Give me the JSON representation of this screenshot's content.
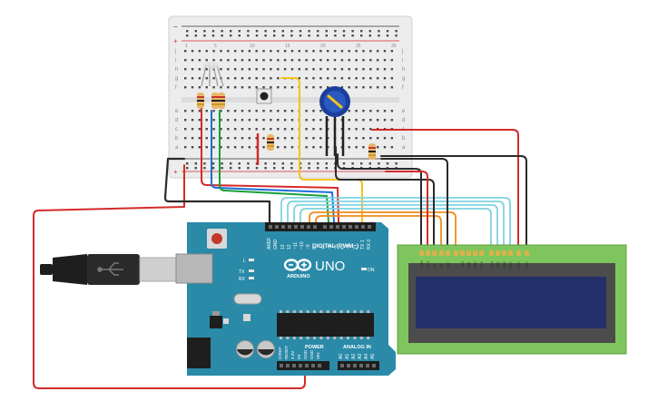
{
  "breadboard": {
    "rows_top": [
      "j",
      "i",
      "h",
      "g",
      "f"
    ],
    "rows_bottom": [
      "e",
      "d",
      "c",
      "b",
      "a"
    ],
    "col_numbers": [
      "1",
      "5",
      "10",
      "15",
      "20",
      "25",
      "30"
    ],
    "rail_plus": "+",
    "rail_minus": "−"
  },
  "arduino": {
    "model": "UNO",
    "brand": "ARDUINO",
    "digital_label": "DIGITAL (PWM~)",
    "power_label": "POWER",
    "analog_label": "ANALOG IN",
    "on_label": "ON",
    "l_label": "L",
    "tx_label": "TX",
    "rx_label": "RX",
    "aref_label": "AREF",
    "gnd_label": "GND",
    "digital_pins": [
      "13",
      "12",
      "~11",
      "~10",
      "~9",
      "8",
      "7",
      "~6",
      "~5",
      "4",
      "~3",
      "2",
      "TX 1",
      "RX 0"
    ],
    "power_pins": [
      "IOREF",
      "RESET",
      "3.3V",
      "5V",
      "GND",
      "GND",
      "VIN"
    ],
    "analog_pins": [
      "A0",
      "A1",
      "A2",
      "A3",
      "A4",
      "A5"
    ]
  },
  "lcd": {
    "pins": [
      "GND",
      "VCC",
      "V0",
      "RS",
      "RW",
      "E",
      "DB0",
      "DB1",
      "DB2",
      "DB3",
      "DB4",
      "DB5",
      "DB6",
      "DB7",
      "LED",
      "LED"
    ]
  },
  "colors": {
    "red": "#d42a2a",
    "black": "#2a2a2a",
    "green": "#1a9e3a",
    "blue": "#1c6fd8",
    "yellow": "#f4c21a",
    "orange": "#f08a1c",
    "cyan": "#7fd3e0",
    "board_teal": "#2a8aa8",
    "lcd_green": "#7fc55e",
    "lcd_screen": "#24306a"
  }
}
